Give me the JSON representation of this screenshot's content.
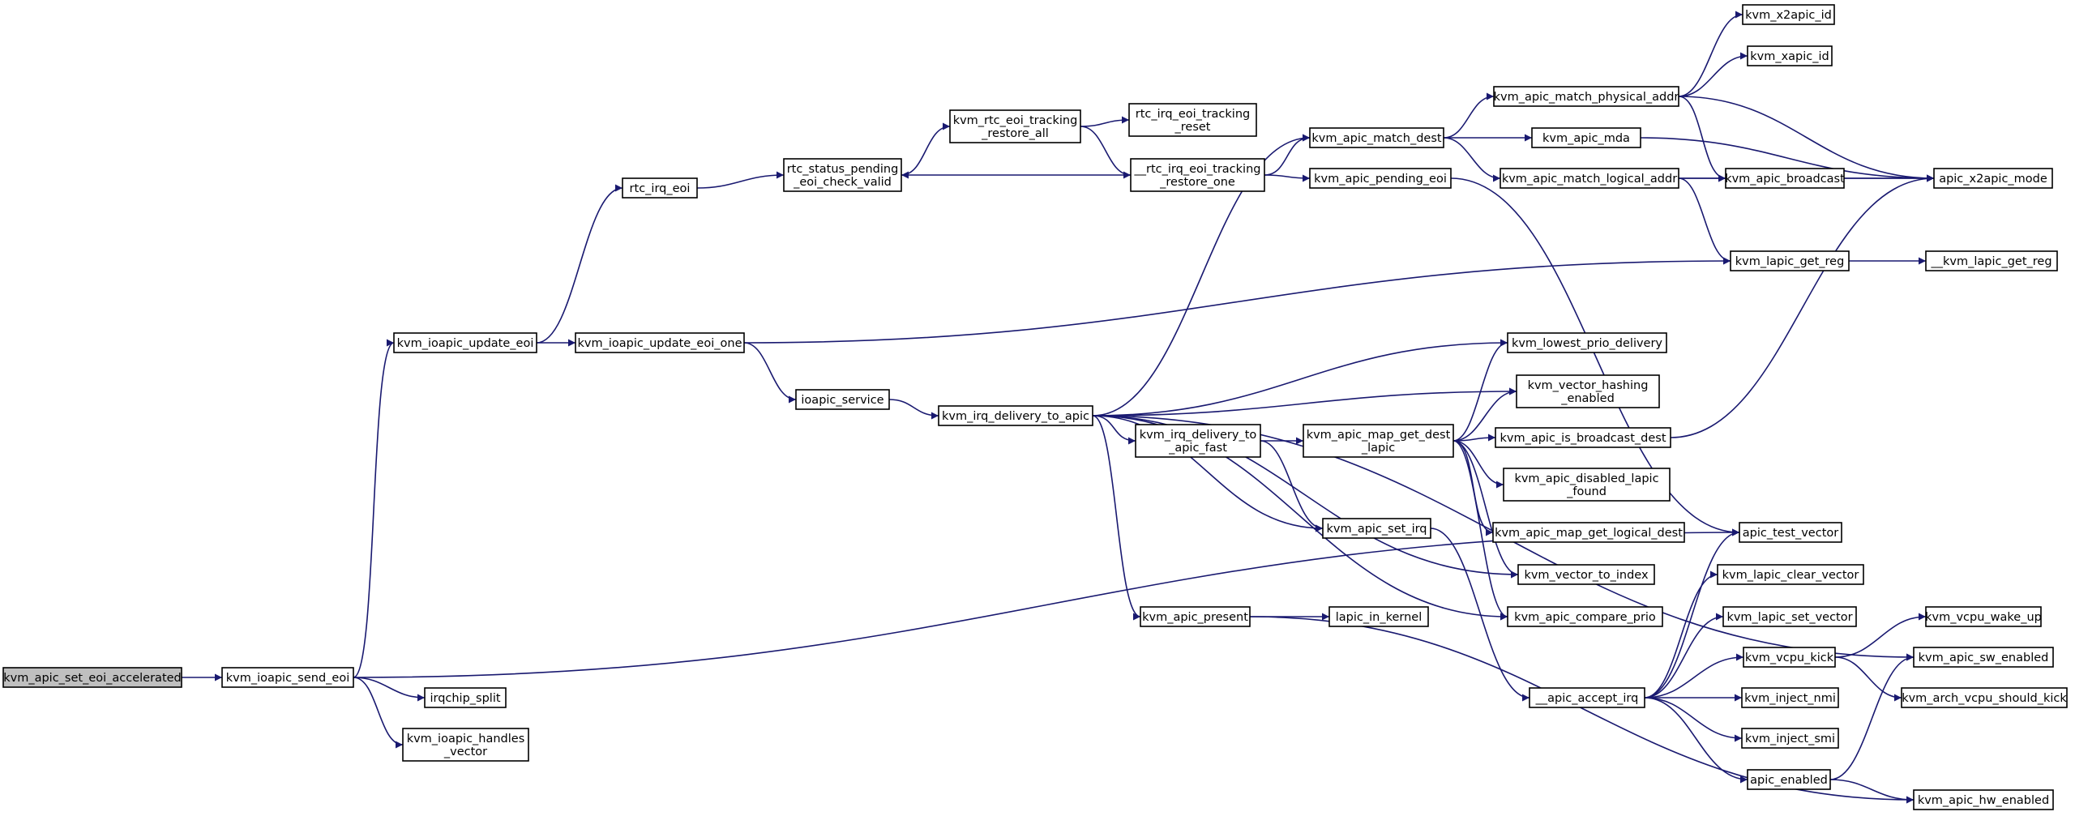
{
  "colors": {
    "edge": "#191970",
    "root_fill": "#bfbfbf",
    "node_fill": "#ffffff",
    "node_stroke": "#000000"
  },
  "nodes": [
    {
      "id": "kvm_apic_set_eoi_accelerated",
      "lines": [
        "kvm_apic_set_eoi_accelerated"
      ],
      "root": true
    },
    {
      "id": "kvm_ioapic_send_eoi",
      "lines": [
        "kvm_ioapic_send_eoi"
      ]
    },
    {
      "id": "irqchip_split",
      "lines": [
        "irqchip_split"
      ]
    },
    {
      "id": "kvm_ioapic_handles_vector",
      "lines": [
        "kvm_ioapic_handles",
        "_vector"
      ]
    },
    {
      "id": "kvm_ioapic_update_eoi",
      "lines": [
        "kvm_ioapic_update_eoi"
      ]
    },
    {
      "id": "kvm_ioapic_update_eoi_one",
      "lines": [
        "kvm_ioapic_update_eoi_one"
      ]
    },
    {
      "id": "rtc_irq_eoi",
      "lines": [
        "rtc_irq_eoi"
      ]
    },
    {
      "id": "rtc_status_pending_eoi_check_valid",
      "lines": [
        "rtc_status_pending",
        "_eoi_check_valid"
      ]
    },
    {
      "id": "kvm_rtc_eoi_tracking_restore_all",
      "lines": [
        "kvm_rtc_eoi_tracking",
        "_restore_all"
      ]
    },
    {
      "id": "rtc_irq_eoi_tracking_reset",
      "lines": [
        "rtc_irq_eoi_tracking",
        "_reset"
      ]
    },
    {
      "id": "__rtc_irq_eoi_tracking_restore_one",
      "lines": [
        "__rtc_irq_eoi_tracking",
        "_restore_one"
      ]
    },
    {
      "id": "ioapic_service",
      "lines": [
        "ioapic_service"
      ]
    },
    {
      "id": "kvm_irq_delivery_to_apic",
      "lines": [
        "kvm_irq_delivery_to_apic"
      ]
    },
    {
      "id": "kvm_irq_delivery_to_apic_fast",
      "lines": [
        "kvm_irq_delivery_to",
        "_apic_fast"
      ]
    },
    {
      "id": "kvm_apic_present",
      "lines": [
        "kvm_apic_present"
      ]
    },
    {
      "id": "kvm_apic_match_dest",
      "lines": [
        "kvm_apic_match_dest"
      ]
    },
    {
      "id": "kvm_apic_pending_eoi",
      "lines": [
        "kvm_apic_pending_eoi"
      ]
    },
    {
      "id": "kvm_apic_map_get_dest_lapic",
      "lines": [
        "kvm_apic_map_get_dest",
        "_lapic"
      ]
    },
    {
      "id": "kvm_apic_set_irq",
      "lines": [
        "kvm_apic_set_irq"
      ]
    },
    {
      "id": "lapic_in_kernel",
      "lines": [
        "lapic_in_kernel"
      ]
    },
    {
      "id": "kvm_apic_match_physical_addr",
      "lines": [
        "kvm_apic_match_physical_addr"
      ]
    },
    {
      "id": "kvm_apic_mda",
      "lines": [
        "kvm_apic_mda"
      ]
    },
    {
      "id": "kvm_apic_match_logical_addr",
      "lines": [
        "kvm_apic_match_logical_addr"
      ]
    },
    {
      "id": "kvm_lowest_prio_delivery",
      "lines": [
        "kvm_lowest_prio_delivery"
      ]
    },
    {
      "id": "kvm_vector_hashing_enabled",
      "lines": [
        "kvm_vector_hashing",
        "_enabled"
      ]
    },
    {
      "id": "kvm_apic_is_broadcast_dest",
      "lines": [
        "kvm_apic_is_broadcast_dest"
      ]
    },
    {
      "id": "kvm_apic_disabled_lapic_found",
      "lines": [
        "kvm_apic_disabled_lapic",
        "_found"
      ]
    },
    {
      "id": "kvm_apic_map_get_logical_dest",
      "lines": [
        "kvm_apic_map_get_logical_dest"
      ]
    },
    {
      "id": "kvm_vector_to_index",
      "lines": [
        "kvm_vector_to_index"
      ]
    },
    {
      "id": "kvm_apic_compare_prio",
      "lines": [
        "kvm_apic_compare_prio"
      ]
    },
    {
      "id": "__apic_accept_irq",
      "lines": [
        "__apic_accept_irq"
      ]
    },
    {
      "id": "kvm_x2apic_id",
      "lines": [
        "kvm_x2apic_id"
      ]
    },
    {
      "id": "kvm_xapic_id",
      "lines": [
        "kvm_xapic_id"
      ]
    },
    {
      "id": "kvm_apic_broadcast",
      "lines": [
        "kvm_apic_broadcast"
      ]
    },
    {
      "id": "kvm_lapic_get_reg",
      "lines": [
        "kvm_lapic_get_reg"
      ]
    },
    {
      "id": "apic_test_vector",
      "lines": [
        "apic_test_vector"
      ]
    },
    {
      "id": "kvm_lapic_clear_vector",
      "lines": [
        "kvm_lapic_clear_vector"
      ]
    },
    {
      "id": "kvm_lapic_set_vector",
      "lines": [
        "kvm_lapic_set_vector"
      ]
    },
    {
      "id": "kvm_vcpu_kick",
      "lines": [
        "kvm_vcpu_kick"
      ]
    },
    {
      "id": "kvm_inject_nmi",
      "lines": [
        "kvm_inject_nmi"
      ]
    },
    {
      "id": "kvm_inject_smi",
      "lines": [
        "kvm_inject_smi"
      ]
    },
    {
      "id": "apic_enabled",
      "lines": [
        "apic_enabled"
      ]
    },
    {
      "id": "apic_x2apic_mode",
      "lines": [
        "apic_x2apic_mode"
      ]
    },
    {
      "id": "__kvm_lapic_get_reg",
      "lines": [
        "__kvm_lapic_get_reg"
      ]
    },
    {
      "id": "kvm_vcpu_wake_up",
      "lines": [
        "kvm_vcpu_wake_up"
      ]
    },
    {
      "id": "kvm_apic_sw_enabled",
      "lines": [
        "kvm_apic_sw_enabled"
      ]
    },
    {
      "id": "kvm_arch_vcpu_should_kick",
      "lines": [
        "kvm_arch_vcpu_should_kick"
      ]
    },
    {
      "id": "kvm_apic_hw_enabled",
      "lines": [
        "kvm_apic_hw_enabled"
      ]
    }
  ],
  "edges": [
    [
      "kvm_apic_set_eoi_accelerated",
      "kvm_ioapic_send_eoi"
    ],
    [
      "kvm_ioapic_send_eoi",
      "irqchip_split"
    ],
    [
      "kvm_ioapic_send_eoi",
      "kvm_ioapic_handles_vector"
    ],
    [
      "kvm_ioapic_send_eoi",
      "kvm_ioapic_update_eoi"
    ],
    [
      "kvm_ioapic_send_eoi",
      "apic_test_vector"
    ],
    [
      "kvm_ioapic_update_eoi",
      "kvm_ioapic_update_eoi_one"
    ],
    [
      "kvm_ioapic_update_eoi",
      "rtc_irq_eoi"
    ],
    [
      "rtc_irq_eoi",
      "rtc_status_pending_eoi_check_valid"
    ],
    [
      "rtc_status_pending_eoi_check_valid",
      "kvm_rtc_eoi_tracking_restore_all"
    ],
    [
      "kvm_rtc_eoi_tracking_restore_all",
      "rtc_irq_eoi_tracking_reset"
    ],
    [
      "kvm_rtc_eoi_tracking_restore_all",
      "__rtc_irq_eoi_tracking_restore_one"
    ],
    [
      "__rtc_irq_eoi_tracking_restore_one",
      "rtc_status_pending_eoi_check_valid"
    ],
    [
      "__rtc_irq_eoi_tracking_restore_one",
      "kvm_apic_match_dest"
    ],
    [
      "__rtc_irq_eoi_tracking_restore_one",
      "kvm_apic_pending_eoi"
    ],
    [
      "kvm_ioapic_update_eoi_one",
      "ioapic_service"
    ],
    [
      "kvm_ioapic_update_eoi_one",
      "kvm_lapic_get_reg"
    ],
    [
      "ioapic_service",
      "kvm_irq_delivery_to_apic"
    ],
    [
      "kvm_irq_delivery_to_apic",
      "kvm_apic_match_dest"
    ],
    [
      "kvm_irq_delivery_to_apic",
      "kvm_lowest_prio_delivery"
    ],
    [
      "kvm_irq_delivery_to_apic",
      "kvm_vector_hashing_enabled"
    ],
    [
      "kvm_irq_delivery_to_apic",
      "kvm_irq_delivery_to_apic_fast"
    ],
    [
      "kvm_irq_delivery_to_apic",
      "kvm_apic_set_irq"
    ],
    [
      "kvm_irq_delivery_to_apic",
      "kvm_vector_to_index"
    ],
    [
      "kvm_irq_delivery_to_apic",
      "kvm_apic_compare_prio"
    ],
    [
      "kvm_irq_delivery_to_apic",
      "kvm_apic_present"
    ],
    [
      "kvm_irq_delivery_to_apic",
      "kvm_apic_sw_enabled"
    ],
    [
      "kvm_irq_delivery_to_apic_fast",
      "kvm_apic_map_get_dest_lapic"
    ],
    [
      "kvm_irq_delivery_to_apic_fast",
      "kvm_apic_set_irq"
    ],
    [
      "kvm_apic_map_get_dest_lapic",
      "kvm_lowest_prio_delivery"
    ],
    [
      "kvm_apic_map_get_dest_lapic",
      "kvm_vector_hashing_enabled"
    ],
    [
      "kvm_apic_map_get_dest_lapic",
      "kvm_apic_is_broadcast_dest"
    ],
    [
      "kvm_apic_map_get_dest_lapic",
      "kvm_apic_disabled_lapic_found"
    ],
    [
      "kvm_apic_map_get_dest_lapic",
      "kvm_apic_map_get_logical_dest"
    ],
    [
      "kvm_apic_map_get_dest_lapic",
      "kvm_vector_to_index"
    ],
    [
      "kvm_apic_map_get_dest_lapic",
      "kvm_apic_compare_prio"
    ],
    [
      "kvm_apic_present",
      "lapic_in_kernel"
    ],
    [
      "kvm_apic_present",
      "kvm_apic_hw_enabled"
    ],
    [
      "kvm_apic_set_irq",
      "__apic_accept_irq"
    ],
    [
      "kvm_apic_match_dest",
      "kvm_apic_match_physical_addr"
    ],
    [
      "kvm_apic_match_dest",
      "kvm_apic_mda"
    ],
    [
      "kvm_apic_match_dest",
      "kvm_apic_match_logical_addr"
    ],
    [
      "kvm_apic_pending_eoi",
      "apic_test_vector"
    ],
    [
      "kvm_apic_match_physical_addr",
      "kvm_x2apic_id"
    ],
    [
      "kvm_apic_match_physical_addr",
      "kvm_xapic_id"
    ],
    [
      "kvm_apic_match_physical_addr",
      "kvm_apic_broadcast"
    ],
    [
      "kvm_apic_match_physical_addr",
      "apic_x2apic_mode"
    ],
    [
      "kvm_apic_mda",
      "apic_x2apic_mode"
    ],
    [
      "kvm_apic_match_logical_addr",
      "kvm_apic_broadcast"
    ],
    [
      "kvm_apic_match_logical_addr",
      "apic_x2apic_mode"
    ],
    [
      "kvm_apic_match_logical_addr",
      "kvm_lapic_get_reg"
    ],
    [
      "kvm_apic_broadcast",
      "apic_x2apic_mode"
    ],
    [
      "kvm_apic_is_broadcast_dest",
      "apic_x2apic_mode"
    ],
    [
      "kvm_lapic_get_reg",
      "__kvm_lapic_get_reg"
    ],
    [
      "__apic_accept_irq",
      "apic_test_vector"
    ],
    [
      "__apic_accept_irq",
      "kvm_lapic_clear_vector"
    ],
    [
      "__apic_accept_irq",
      "kvm_lapic_set_vector"
    ],
    [
      "__apic_accept_irq",
      "kvm_vcpu_kick"
    ],
    [
      "__apic_accept_irq",
      "kvm_inject_nmi"
    ],
    [
      "__apic_accept_irq",
      "kvm_inject_smi"
    ],
    [
      "__apic_accept_irq",
      "apic_enabled"
    ],
    [
      "kvm_vcpu_kick",
      "kvm_vcpu_wake_up"
    ],
    [
      "kvm_vcpu_kick",
      "kvm_arch_vcpu_should_kick"
    ],
    [
      "apic_enabled",
      "kvm_apic_sw_enabled"
    ],
    [
      "apic_enabled",
      "kvm_apic_hw_enabled"
    ]
  ]
}
